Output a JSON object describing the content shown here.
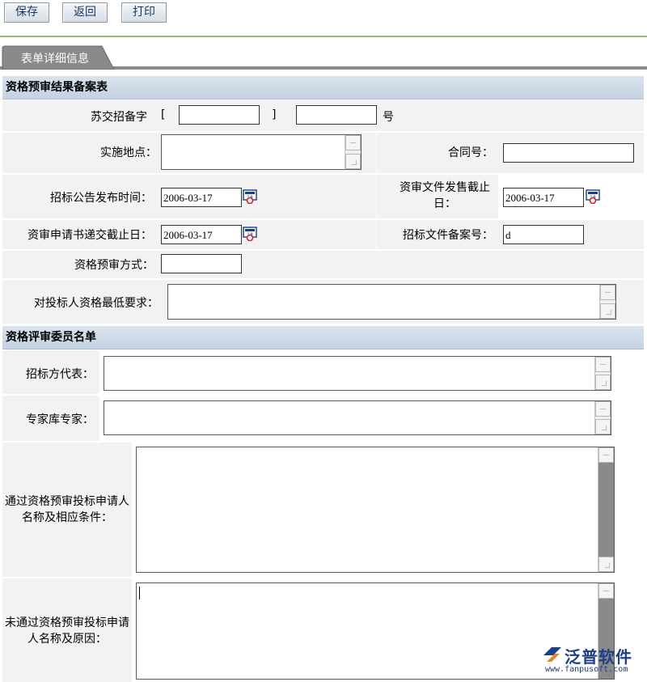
{
  "toolbar": {
    "save": "保存",
    "back": "返回",
    "print": "打印"
  },
  "tab": {
    "label": "表单详细信息"
  },
  "sections": {
    "filing": "资格预审结果备案表",
    "committee": "资格评审委员名单"
  },
  "form": {
    "su_jiao_label": "苏交招备字",
    "bracket_open": "[",
    "bracket_close": "]",
    "hao": "号",
    "location_label": "实施地点：",
    "contract_no_label": "合同号：",
    "notice_date_label": "招标公告发布时间：",
    "notice_date_value": "2006-03-17",
    "doc_deadline_label": "资审文件发售截止日：",
    "doc_deadline_value": "2006-03-17",
    "apply_deadline_label": "资审申请书递交截止日：",
    "apply_deadline_value": "2006-03-17",
    "file_no_label": "招标文件备案号：",
    "file_no_value": "d",
    "method_label": "资格预审方式：",
    "min_req_label": "对投标人资格最低要求："
  },
  "committee": {
    "rep_label": "招标方代表：",
    "expert_label": "专家库专家：",
    "passed_label": "通过资格预审投标申请人名称及相应条件：",
    "failed_label": "未通过资格预审投标申请人名称及原因："
  },
  "watermark": {
    "brand": "泛普软件",
    "url": "www.fanpusoft.com"
  }
}
